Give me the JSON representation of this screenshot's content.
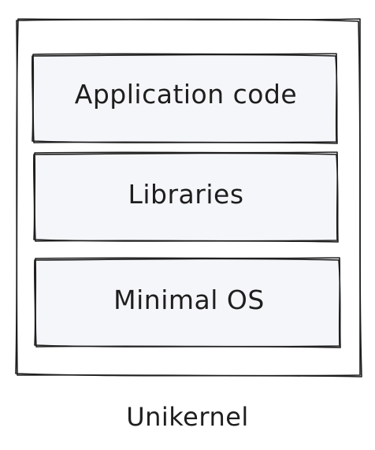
{
  "diagram": {
    "layers": [
      {
        "label": "Application code"
      },
      {
        "label": "Libraries"
      },
      {
        "label": "Minimal OS"
      }
    ],
    "caption": "Unikernel",
    "colors": {
      "stroke": "#1e1e1e",
      "layer_fill": "#f5f6f9",
      "background": "#ffffff"
    }
  }
}
